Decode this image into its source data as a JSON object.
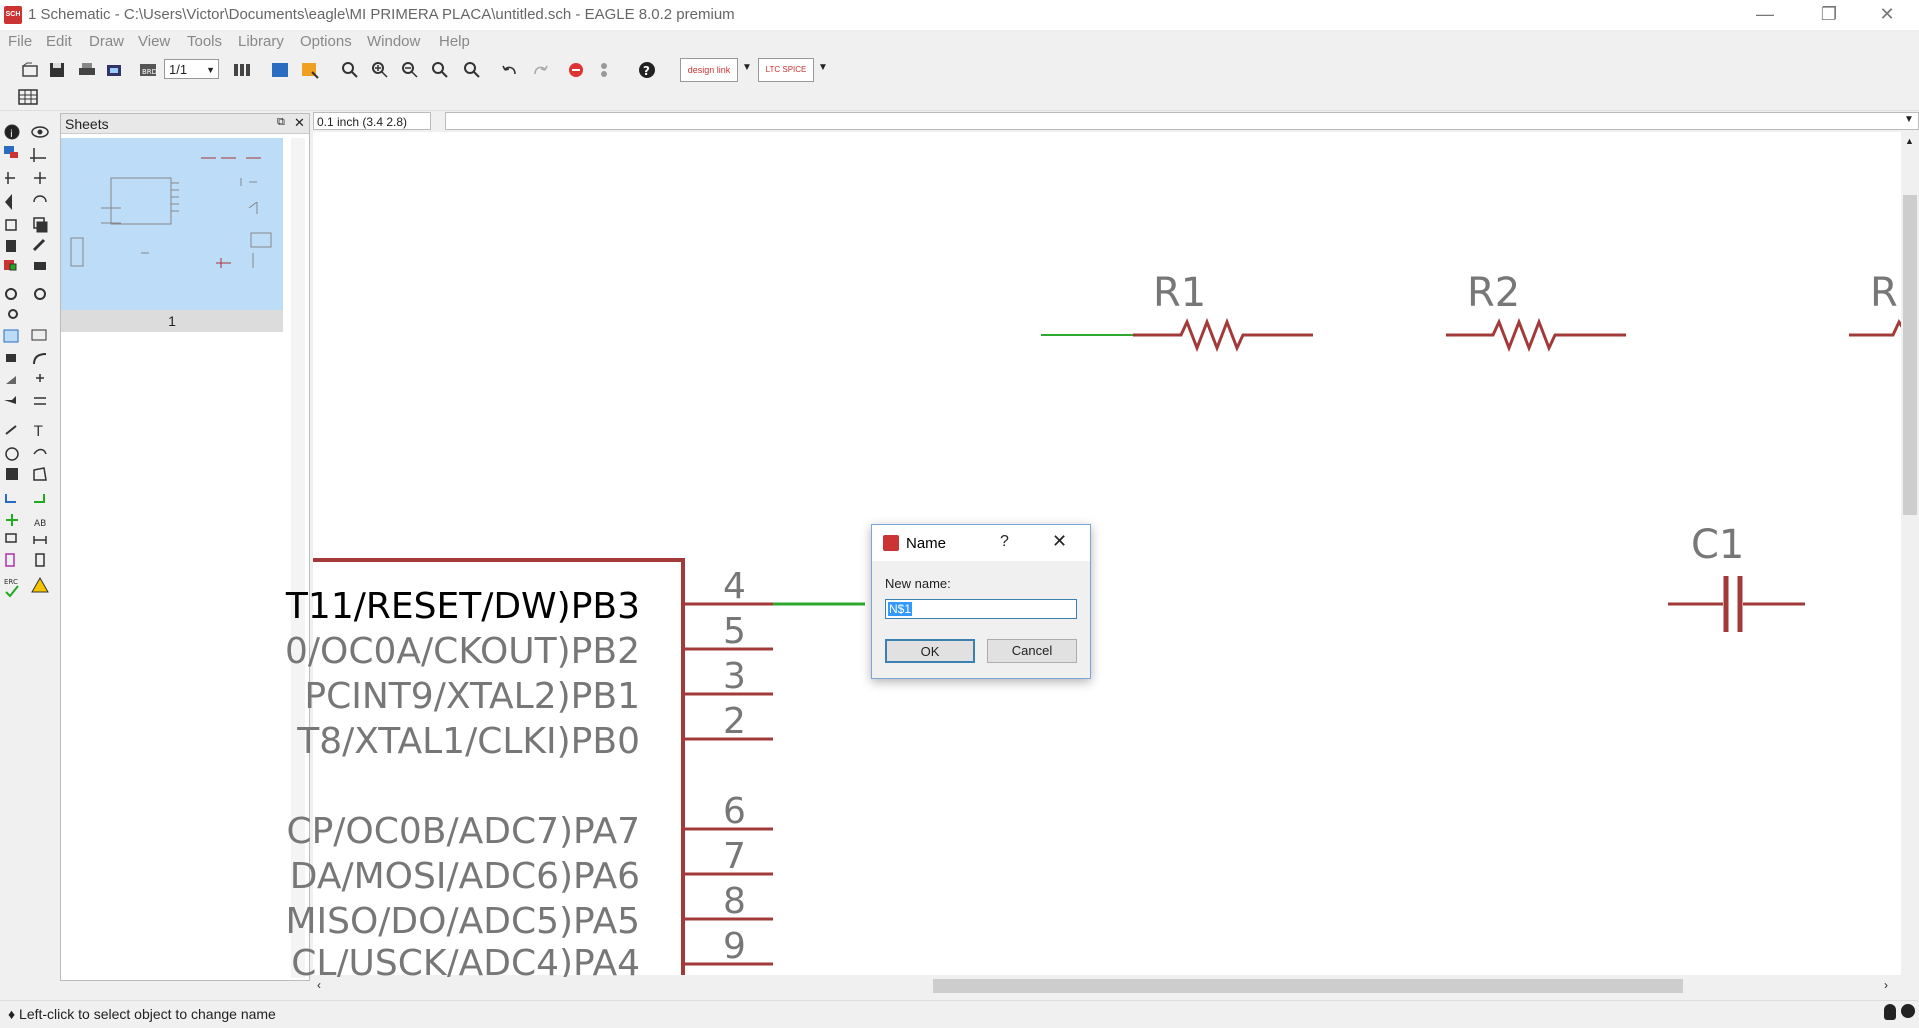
{
  "window": {
    "title": "1 Schematic - C:\\Users\\Victor\\Documents\\eagle\\MI PRIMERA PLACA\\untitled.sch - EAGLE 8.0.2 premium",
    "app_icon_text": "SCH",
    "min_glyph": "—",
    "max_glyph": "❐",
    "close_glyph": "✕"
  },
  "menu": [
    "File",
    "Edit",
    "Draw",
    "View",
    "Tools",
    "Library",
    "Options",
    "Window",
    "Help"
  ],
  "toolbar": {
    "sheet_select": "1/1",
    "design_link": "design link",
    "ltspice": "LTC SPICE"
  },
  "sheets_panel": {
    "title": "Sheets",
    "sheet_number": "1"
  },
  "command": {
    "grid_coord": "0.1 inch (3.4 2.8)"
  },
  "schematic": {
    "resistors": [
      "R1",
      "R2",
      "R"
    ],
    "capacitor": "C1",
    "pins": [
      {
        "label": "T11/RESET/DW)PB3",
        "num": "4"
      },
      {
        "label": "0/OC0A/CKOUT)PB2",
        "num": "5"
      },
      {
        "label": "PCINT9/XTAL2)PB1",
        "num": "3"
      },
      {
        "label": "T8/XTAL1/CLKI)PB0",
        "num": "2"
      },
      {
        "label": "CP/OC0B/ADC7)PA7",
        "num": "6"
      },
      {
        "label": "DA/MOSI/ADC6)PA6",
        "num": "7"
      },
      {
        "label": "MISO/DO/ADC5)PA5",
        "num": "8"
      },
      {
        "label": "CL/USCK/ADC4)PA4",
        "num": "9"
      }
    ]
  },
  "dialog": {
    "title": "Name",
    "help": "?",
    "close": "✕",
    "label": "New name:",
    "value": "N$1",
    "ok": "OK",
    "cancel": "Cancel"
  },
  "status": {
    "text": "♦ Left-click to select object to change name"
  },
  "colors": {
    "net_green": "#2ea82e",
    "component_red": "#a33a3a",
    "label_gray": "#777777",
    "sheet_thumb_blue": "#bcdcf8"
  }
}
